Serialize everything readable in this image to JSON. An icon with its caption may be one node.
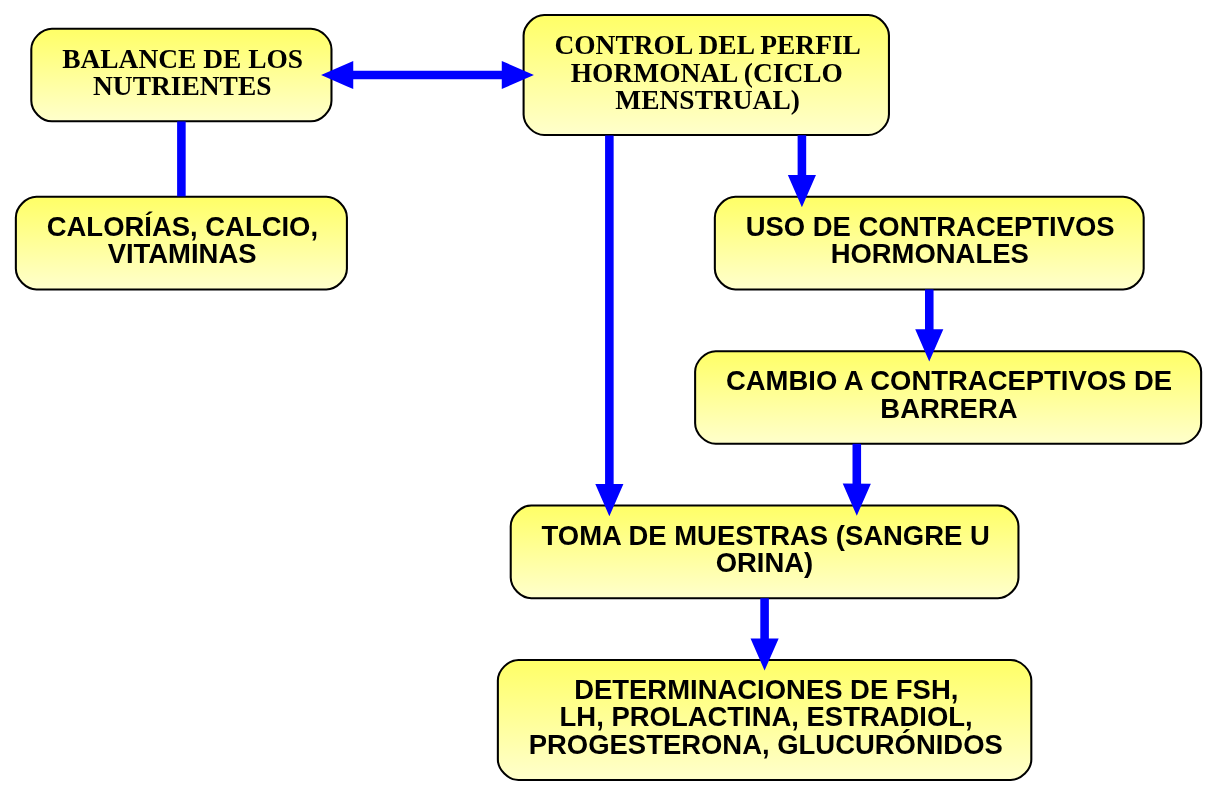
{
  "diagram": {
    "nodes": [
      {
        "text": [
          "BALANCE DE LOS NUTRIENTES"
        ]
      },
      {
        "text": [
          "CONTROL DEL PERFIL HORMONAL (CICLO MENSTRUAL)"
        ]
      },
      {
        "text": [
          "CALORÍAS, CALCIO, VITAMINAS"
        ]
      },
      {
        "text": [
          "TOMA DE MUESTRAS (SANGRE U ORINA)"
        ]
      },
      {
        "text": [
          "USO DE CONTRACEPTIVOS HORMONALES"
        ]
      },
      {
        "text": [
          "DETERMINACIONES DE FSH, LH, PROLACTINA, ESTRADIOL, PROGESTERONA, GLUCURÓNIDOS"
        ]
      },
      {
        "text": [
          "CAMBIO A CONTRACEPTIVOS DE BARRERA"
        ]
      }
    ],
    "edges": [
      {
        "from": 0,
        "to": 1,
        "arrow": "both"
      },
      {
        "from": 0,
        "to": 2,
        "arrow": "none"
      },
      {
        "from": 1,
        "to": 4,
        "arrow": "to"
      },
      {
        "from": 1,
        "to": 3,
        "arrow": "to"
      },
      {
        "from": 3,
        "to": 5,
        "arrow": "to"
      },
      {
        "from": 4,
        "to": 6,
        "arrow": "to"
      },
      {
        "from": 6,
        "to": 3,
        "arrow": "to"
      }
    ]
  }
}
